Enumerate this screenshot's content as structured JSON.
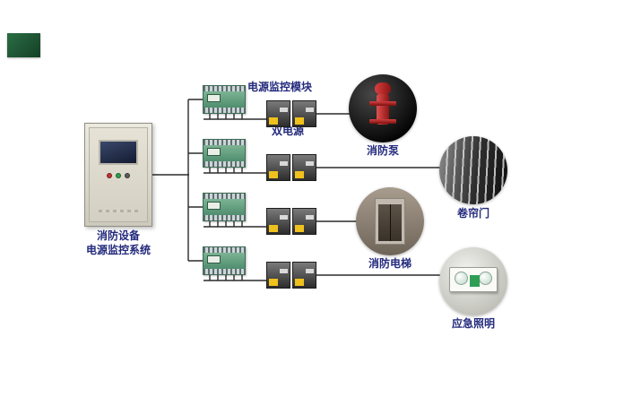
{
  "colors": {
    "label_text": "#232a7c",
    "logo_green": "#1d5c35",
    "module_green": "#5e9c7d",
    "ats_yellow": "#eec11d",
    "pump_red": "#c22525",
    "emergency_green": "#2f9e55",
    "wire": "#2b2b2b"
  },
  "cabinet": {
    "label_line1": "消防设备",
    "label_line2": "电源监控系统"
  },
  "labels": {
    "module": "电源监控模块",
    "dual_power": "双电源"
  },
  "equipment": [
    {
      "label": "消防泵"
    },
    {
      "label": "卷帘门"
    },
    {
      "label": "消防电梯"
    },
    {
      "label": "应急照明"
    }
  ]
}
